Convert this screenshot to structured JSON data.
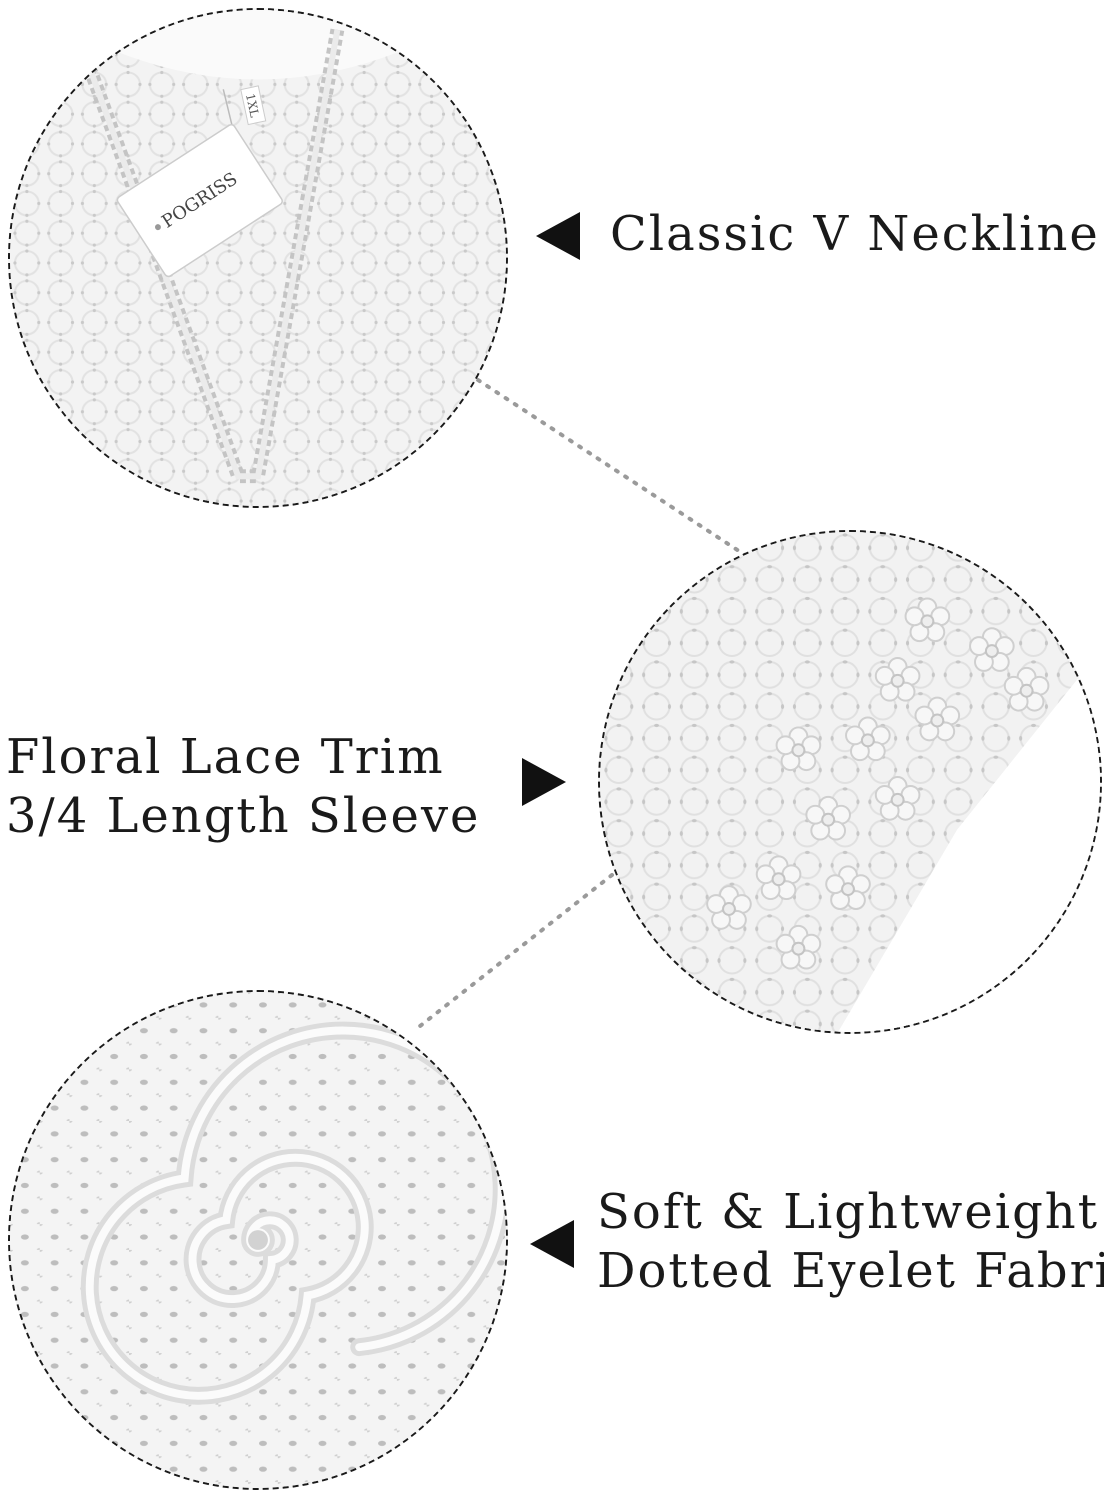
{
  "features": {
    "neckline": {
      "label": "Classic V Neckline",
      "arrow": "left-pointing-triangle",
      "tag": {
        "size": "1XL",
        "brand": "POGRISS"
      }
    },
    "lace": {
      "line1": "Floral Lace Trim",
      "line2": "3/4 Length Sleeve",
      "arrow": "right-pointing-triangle"
    },
    "fabric": {
      "line1": "Soft & Lightweight",
      "line2": "Dotted Eyelet Fabric",
      "arrow": "left-pointing-triangle"
    }
  },
  "colors": {
    "background": "#ffffff",
    "fabric": "#f4f4f4",
    "text": "#1a1a1a",
    "dotted_connector": "#9a9a9a"
  }
}
